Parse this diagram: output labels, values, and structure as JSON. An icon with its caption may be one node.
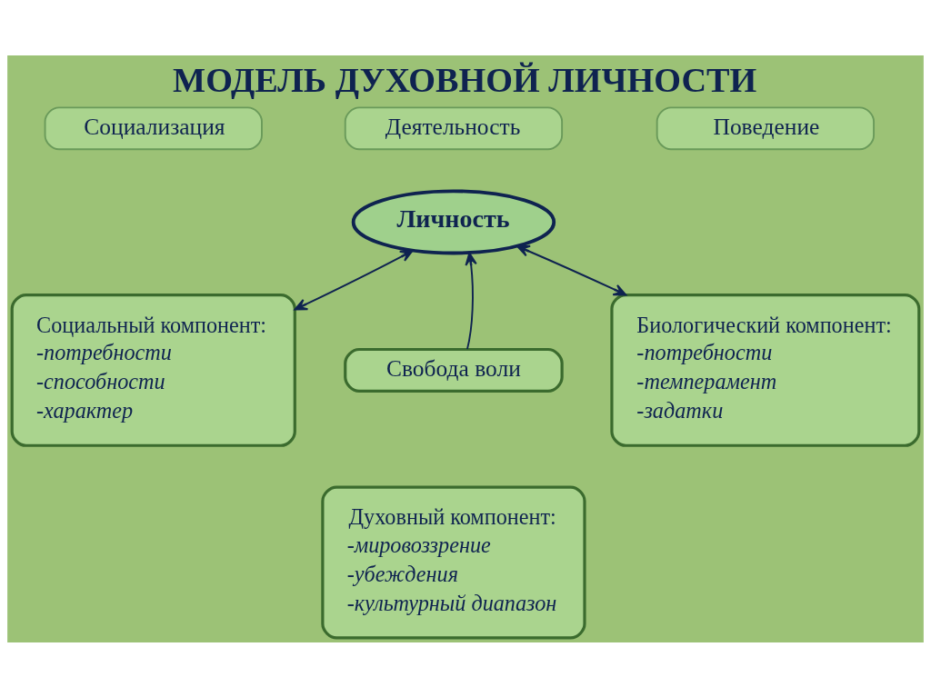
{
  "diagram": {
    "title": "МОДЕЛЬ ДУХОВНОЙ ЛИЧНОСТИ",
    "nodes": [
      {
        "text": [
          "Социализация"
        ]
      },
      {
        "text": [
          "Деятельность"
        ]
      },
      {
        "text": [
          "Поведение"
        ]
      },
      {
        "text": [
          "Личность"
        ]
      },
      {
        "text": [
          "Социальный компонент:",
          "-потребности",
          "-способности",
          "-характер"
        ]
      },
      {
        "text": [
          "Свобода воли"
        ]
      },
      {
        "text": [
          "Биологический компонент:",
          "-потребности",
          "-темперамент",
          "-задатки"
        ]
      },
      {
        "text": [
          "Духовный компонент:",
          "-мировоззрение",
          "-убеждения",
          "-культурный диапазон"
        ]
      }
    ],
    "edges": [
      {
        "from": 4,
        "to": 3,
        "arrow": "both"
      },
      {
        "from": 3,
        "to": 6,
        "arrow": "both"
      },
      {
        "from": 5,
        "to": 3,
        "arrow": "to"
      }
    ]
  }
}
